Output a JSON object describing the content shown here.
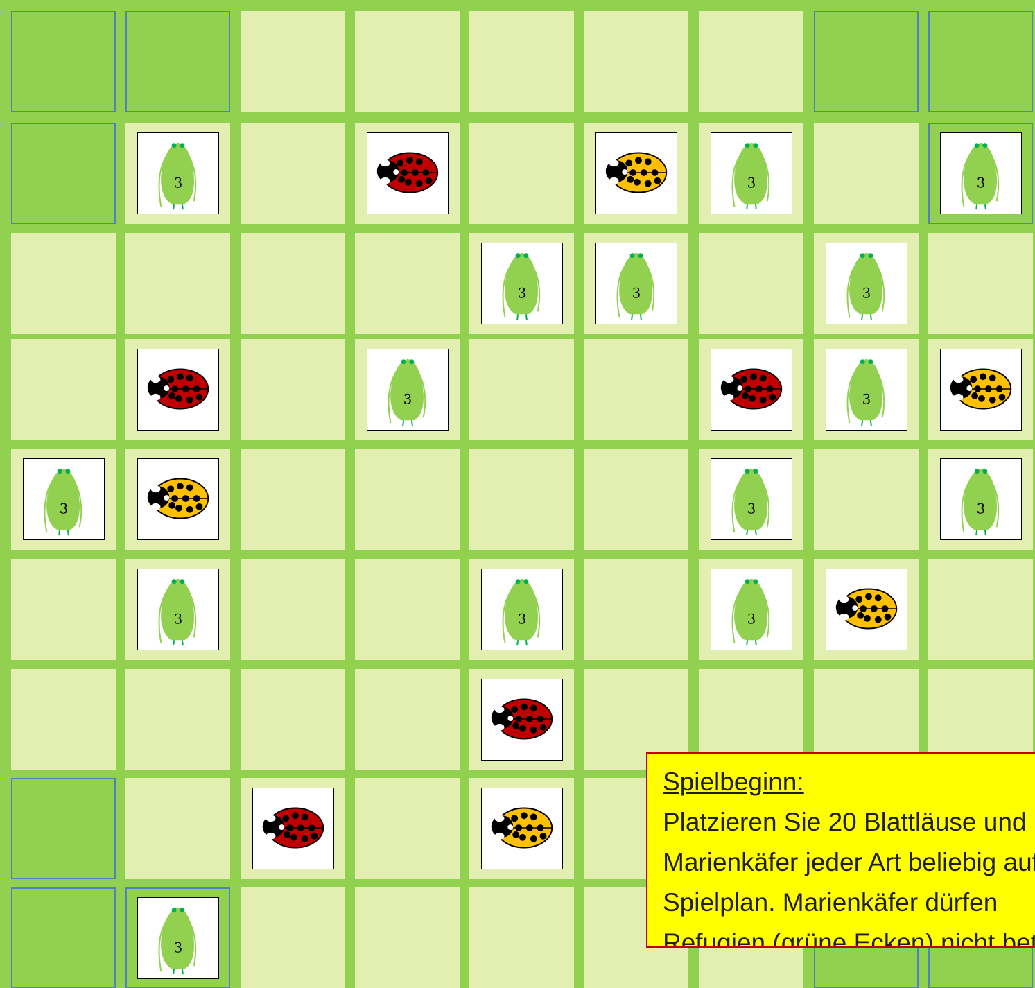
{
  "board": {
    "rows": 9,
    "cols": 9,
    "refuges": [
      [
        0,
        0
      ],
      [
        0,
        1
      ],
      [
        0,
        7
      ],
      [
        0,
        8
      ],
      [
        1,
        0
      ],
      [
        1,
        8
      ],
      [
        7,
        0
      ],
      [
        8,
        0
      ],
      [
        8,
        1
      ],
      [
        8,
        7
      ],
      [
        8,
        8
      ]
    ],
    "pieces": [
      {
        "row": 1,
        "col": 1,
        "type": "aphid",
        "label": "3"
      },
      {
        "row": 1,
        "col": 3,
        "type": "ladybug-red"
      },
      {
        "row": 1,
        "col": 5,
        "type": "ladybug-yellow"
      },
      {
        "row": 1,
        "col": 6,
        "type": "aphid",
        "label": "3"
      },
      {
        "row": 1,
        "col": 8,
        "type": "aphid",
        "label": "3"
      },
      {
        "row": 2,
        "col": 4,
        "type": "aphid",
        "label": "3"
      },
      {
        "row": 2,
        "col": 5,
        "type": "aphid",
        "label": "3"
      },
      {
        "row": 2,
        "col": 7,
        "type": "aphid",
        "label": "3"
      },
      {
        "row": 3,
        "col": 1,
        "type": "ladybug-red"
      },
      {
        "row": 3,
        "col": 3,
        "type": "aphid",
        "label": "3"
      },
      {
        "row": 3,
        "col": 6,
        "type": "ladybug-red"
      },
      {
        "row": 3,
        "col": 7,
        "type": "aphid",
        "label": "3"
      },
      {
        "row": 3,
        "col": 8,
        "type": "ladybug-yellow"
      },
      {
        "row": 4,
        "col": 0,
        "type": "aphid",
        "label": "3"
      },
      {
        "row": 4,
        "col": 1,
        "type": "ladybug-yellow"
      },
      {
        "row": 4,
        "col": 6,
        "type": "aphid",
        "label": "3"
      },
      {
        "row": 4,
        "col": 8,
        "type": "aphid",
        "label": "3"
      },
      {
        "row": 5,
        "col": 1,
        "type": "aphid",
        "label": "3"
      },
      {
        "row": 5,
        "col": 4,
        "type": "aphid",
        "label": "3"
      },
      {
        "row": 5,
        "col": 6,
        "type": "aphid",
        "label": "3"
      },
      {
        "row": 5,
        "col": 7,
        "type": "ladybug-yellow"
      },
      {
        "row": 6,
        "col": 4,
        "type": "ladybug-red"
      },
      {
        "row": 7,
        "col": 2,
        "type": "ladybug-red"
      },
      {
        "row": 7,
        "col": 4,
        "type": "ladybug-yellow"
      },
      {
        "row": 8,
        "col": 1,
        "type": "aphid",
        "label": "3"
      }
    ]
  },
  "colors": {
    "grid": "#92d050",
    "cell": "#e2efb0",
    "refuge": "#92d050",
    "refuge_border": "#4f81bd",
    "aphid": "#92d050",
    "ladybug_red": "#c00000",
    "ladybug_yellow": "#ffc000",
    "info_bg": "#ffff00",
    "info_border": "#c00000"
  },
  "info": {
    "title": "Spielbeginn:",
    "lines": [
      "Platzieren Sie 20 Blattläuse und",
      "Marienkäfer jeder Art beliebig auf dem",
      "Spielplan. Marienkäfer dürfen",
      "Refugien (grüne Ecken) nicht betreten."
    ]
  }
}
